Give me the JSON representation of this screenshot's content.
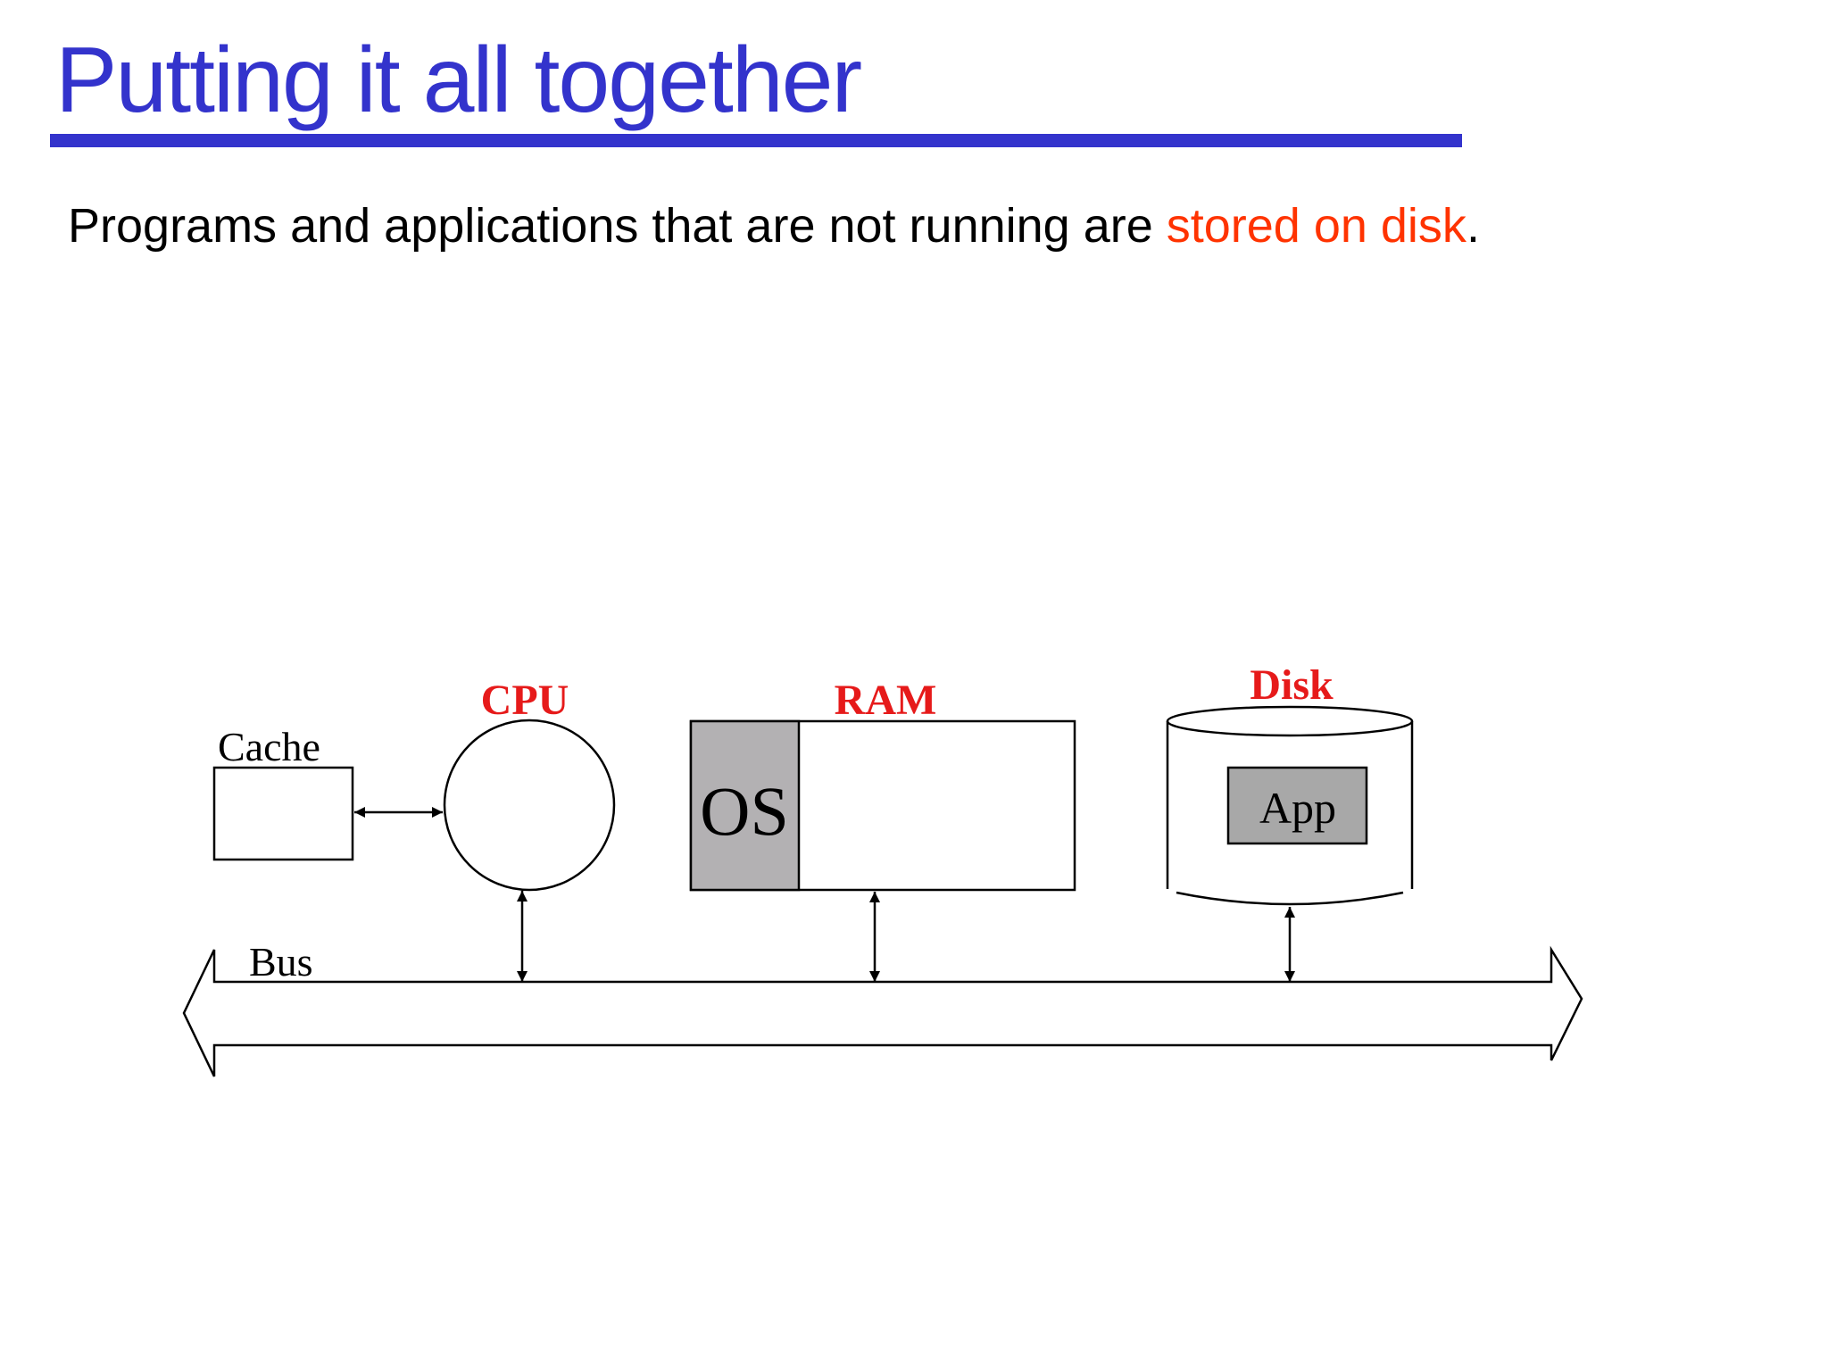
{
  "slide": {
    "title": "Putting it all together",
    "subtitle_prefix": "Programs and applications that are not running are ",
    "subtitle_highlight": "stored on disk",
    "subtitle_suffix": "."
  },
  "diagram": {
    "cache_label": "Cache",
    "cpu_label": "CPU",
    "ram_label": "RAM",
    "os_label": "OS",
    "disk_label": "Disk",
    "app_label": "App",
    "bus_label": "Bus"
  },
  "colors": {
    "title": "#3333cc",
    "highlight": "#ff3300",
    "component_label": "#e61a1a",
    "os_fill": "#b3b1b3",
    "app_fill": "#a8a8a8"
  }
}
